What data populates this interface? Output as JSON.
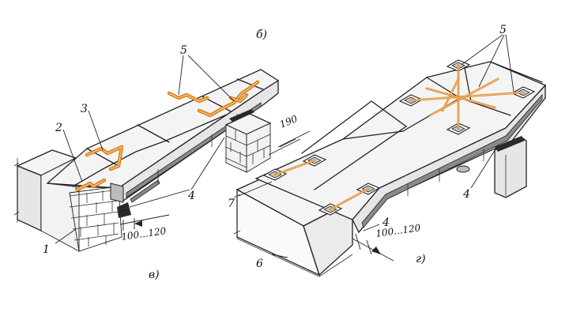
{
  "figure": {
    "panel_left_label": "в)",
    "panel_right_label": "г)",
    "panel_top_label": "б)"
  },
  "callouts": {
    "n1": "1",
    "n2": "2",
    "n3": "3",
    "n4_left": "4",
    "n5_left": "5",
    "n5_right": "5",
    "n4_right_a": "4",
    "n4_right_b": "4",
    "n6": "6",
    "n7": "7"
  },
  "dimensions": {
    "left_bearing": "100...120",
    "right_bearing": "100...120",
    "pier_width": "190"
  },
  "colors": {
    "anchor": "#d9821f",
    "ink": "#222222"
  }
}
